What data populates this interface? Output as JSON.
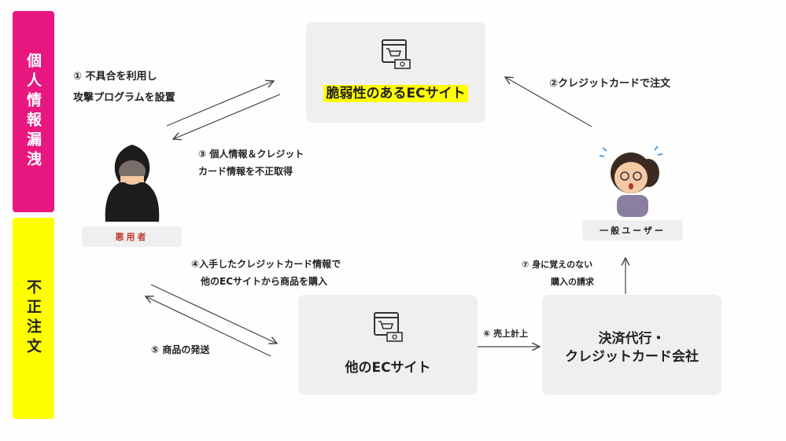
{
  "bands": {
    "leak": "個人情報漏洩",
    "fraud": "不正注文"
  },
  "colors": {
    "leak": "#e8177f",
    "fraud": "#ffff00",
    "box": "#efefef",
    "villain_label": "#c0392b"
  },
  "nodes": {
    "vulnerable_site": "脆弱性のあるECサイト",
    "other_site": "他のECサイト",
    "payment_line1": "決済代行・",
    "payment_line2": "クレジットカード会社",
    "villain": "悪用者",
    "user": "一般ユーザー"
  },
  "steps": {
    "s1_line1": "① 不具合を利用し",
    "s1_line2": "攻撃プログラムを設置",
    "s2": "②クレジットカードで注文",
    "s3_line1": "③ 個人情報＆クレジット",
    "s3_line2": "カード情報を不正取得",
    "s4_line1": "④入手したクレジットカード情報で",
    "s4_line2": "他のECサイトから商品を購入",
    "s5": "⑤ 商品の発送",
    "s6": "⑥ 売上計上",
    "s7_line1": "⑦ 身に覚えのない",
    "s7_line2": "購入の請求"
  }
}
